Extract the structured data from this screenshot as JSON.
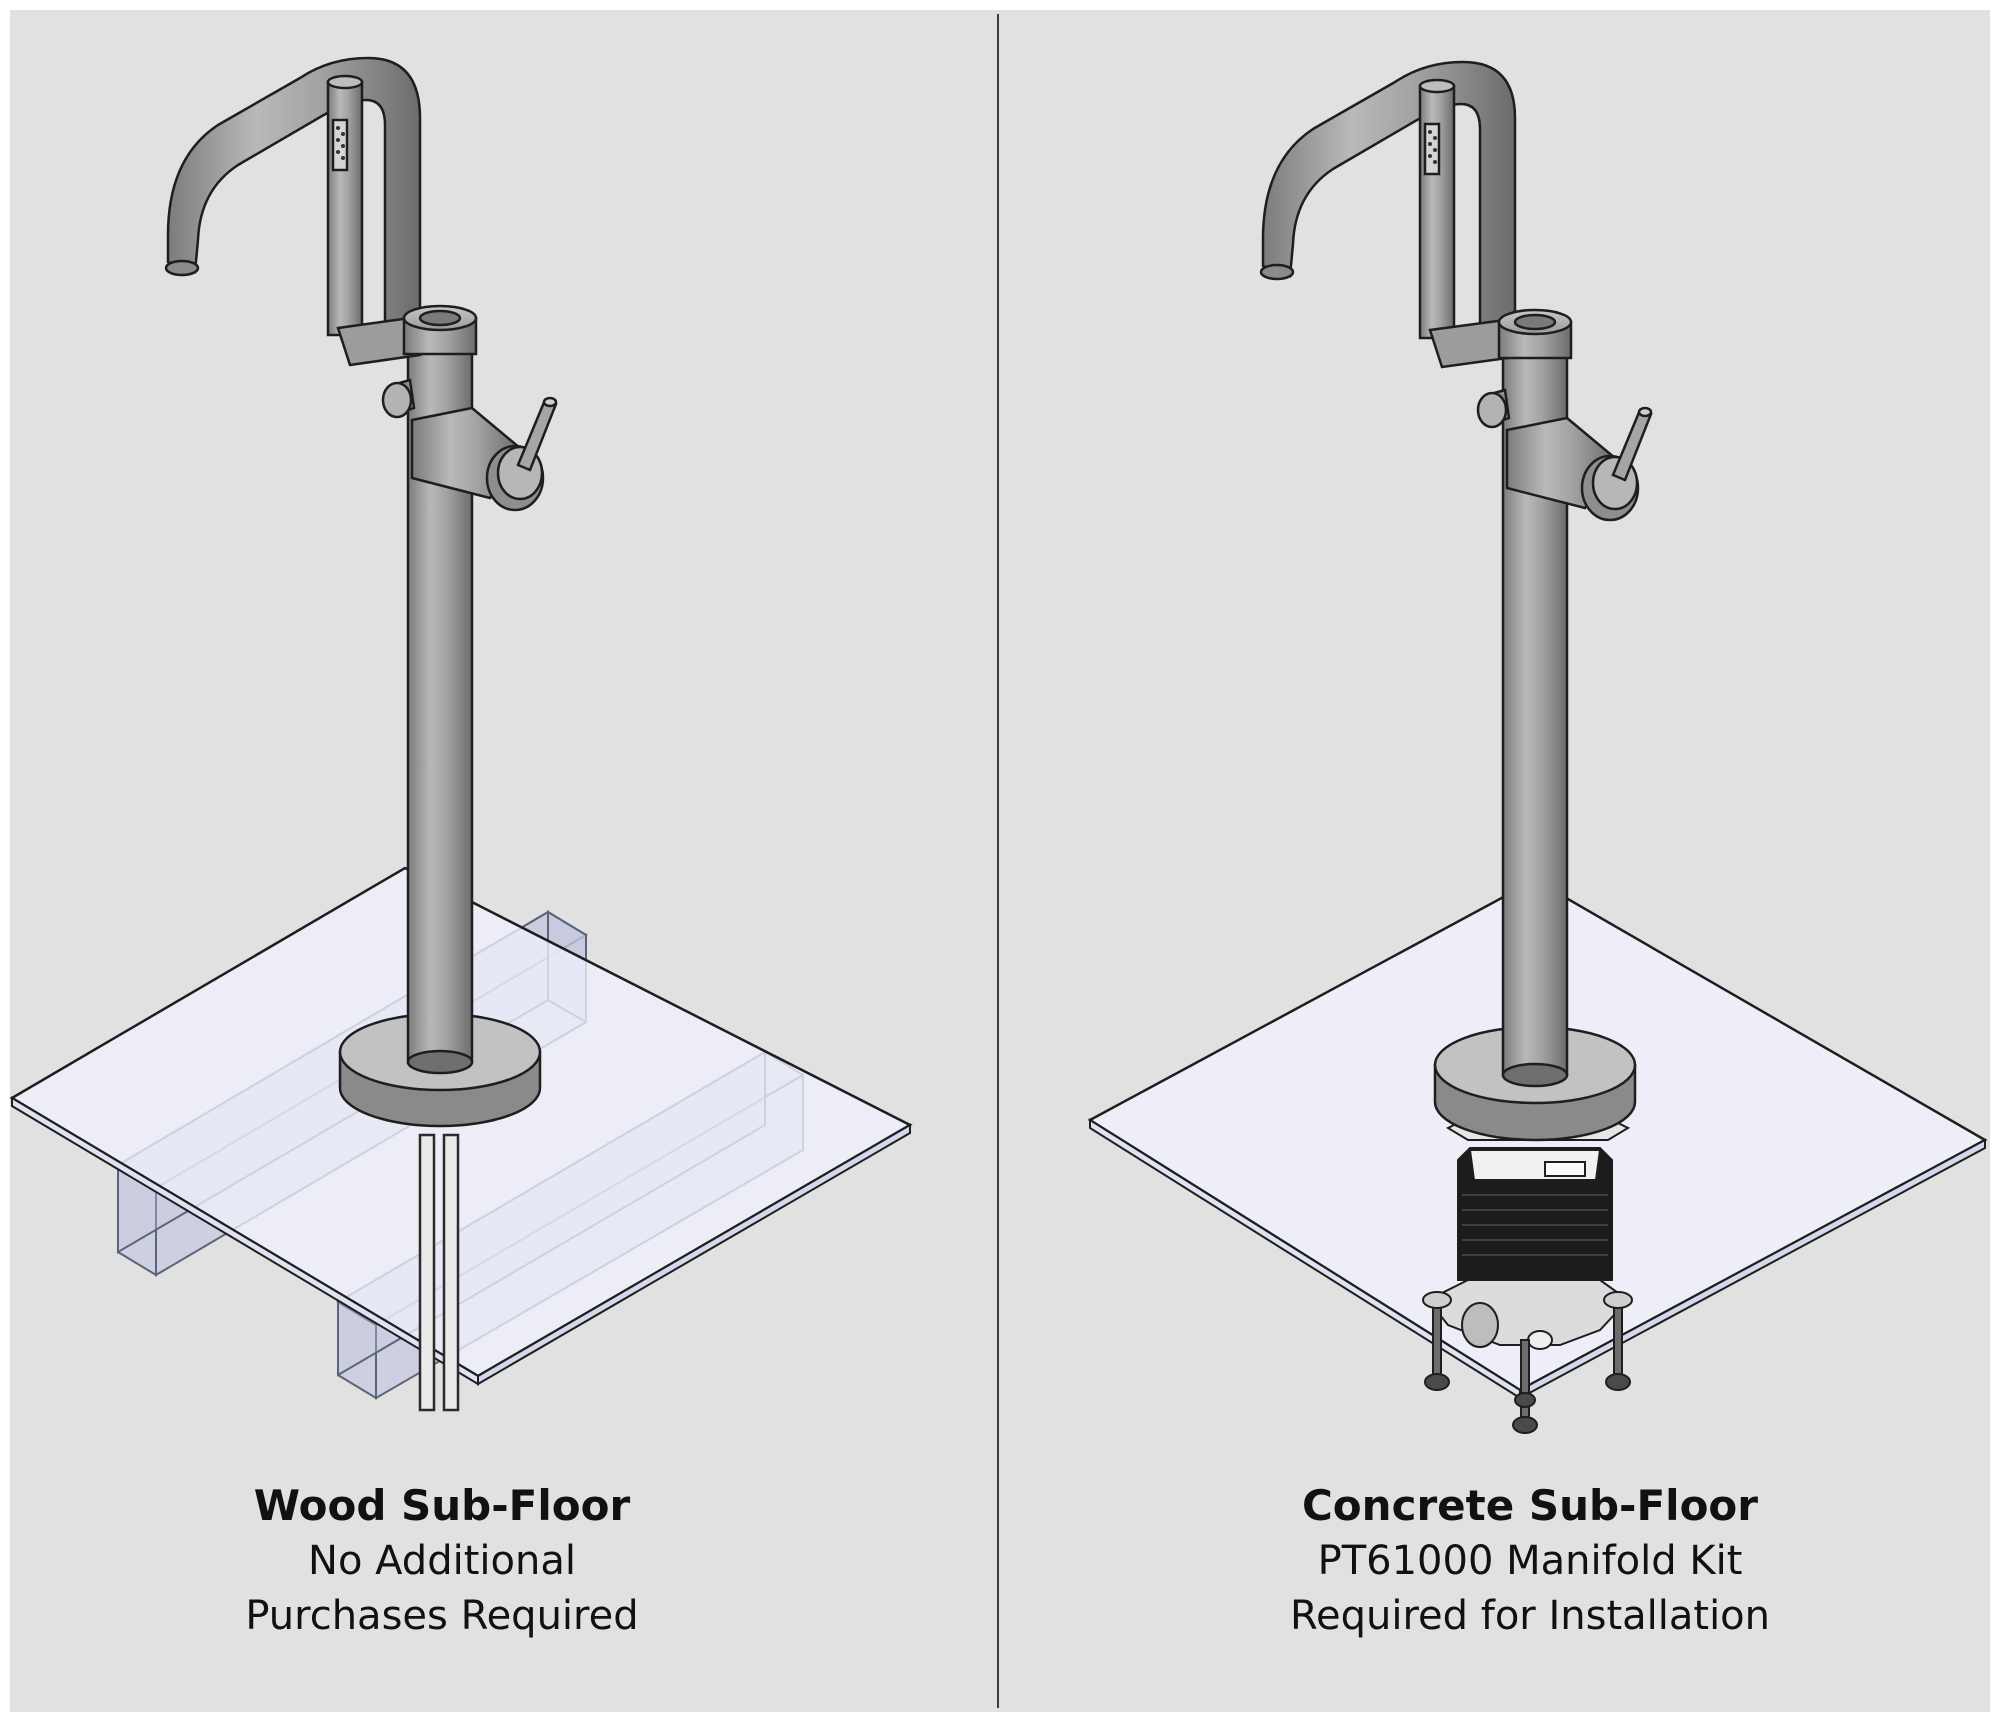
{
  "colors": {
    "background": "#e1e1e1",
    "divider": "#3a3a3a",
    "faucet_metal": "#a6a6a6",
    "faucet_shadow": "#6f6f6f",
    "floor_glass": "#eef0fb",
    "joist_glass": "#c3c8de",
    "manifold_dark": "#1a1a1a",
    "outline": "#1e1e1e"
  },
  "panels": [
    {
      "id": "wood",
      "illustration": "faucet-wood-subfloor",
      "title": "Wood Sub-Floor",
      "lines": [
        "No Additional",
        "Purchases Required"
      ]
    },
    {
      "id": "concrete",
      "illustration": "faucet-concrete-subfloor-manifold",
      "title": "Concrete Sub-Floor",
      "lines": [
        "PT61000 Manifold Kit",
        "Required for Installation"
      ]
    }
  ]
}
